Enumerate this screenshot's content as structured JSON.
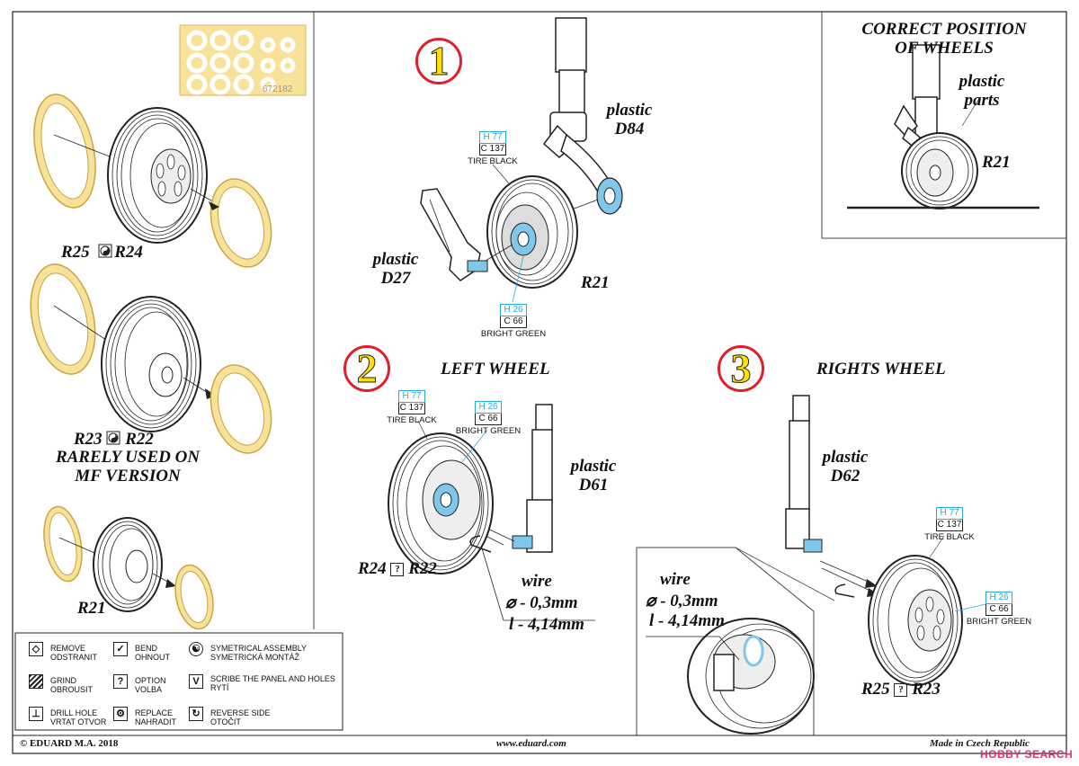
{
  "fret_number": "672182",
  "left_panel": {
    "label_r25_r24": [
      "R25",
      "R24"
    ],
    "label_r23_r22": [
      "R23",
      "R22"
    ],
    "rarely_line1": "RARELY USED ON",
    "rarely_line2": "MF VERSION",
    "label_r21": "R21"
  },
  "legend": {
    "items": [
      {
        "icon": "remove-icon",
        "line1": "REMOVE",
        "line2": "ODSTRANIT"
      },
      {
        "icon": "bend-icon",
        "line1": "BEND",
        "line2": "OHNOUT"
      },
      {
        "icon": "symmetrical-icon",
        "line1": "SYMETRICAL ASSEMBLY",
        "line2": "SYMETRICKÁ MONTÁŽ"
      },
      {
        "icon": "grind-icon",
        "line1": "GRIND",
        "line2": "OBROUSIT"
      },
      {
        "icon": "option-icon",
        "line1": "OPTION",
        "line2": "VOLBA",
        "glyph": "?"
      },
      {
        "icon": "scribe-icon",
        "line1": "SCRIBE THE PANEL AND HOLES",
        "line2": "RYTÍ",
        "glyph": "V"
      },
      {
        "icon": "drill-icon",
        "line1": "DRILL HOLE",
        "line2": "VRTAT OTVOR"
      },
      {
        "icon": "replace-icon",
        "line1": "REPLACE",
        "line2": "NAHRADIT"
      },
      {
        "icon": "reverse-icon",
        "line1": "REVERSE SIDE",
        "line2": "OTOČIT"
      }
    ]
  },
  "step1": {
    "number": "1",
    "plastic_d84": [
      "plastic",
      "D84"
    ],
    "plastic_d27": [
      "plastic",
      "D27"
    ],
    "r21": "R21",
    "paint_tire": {
      "h": "H 77",
      "c": "C 137",
      "name": "TIRE BLACK"
    },
    "paint_green": {
      "h": "H 26",
      "c": "C 66",
      "name": "BRIGHT GREEN"
    }
  },
  "inset": {
    "title_line1": "CORRECT POSITION",
    "title_line2": "OF WHEELS",
    "plastic_parts": [
      "plastic",
      "parts"
    ],
    "r21": "R21"
  },
  "step2": {
    "number": "2",
    "title": "LEFT WHEEL",
    "plastic_d61": [
      "plastic",
      "D61"
    ],
    "label_r24_r22": [
      "R24",
      "R22"
    ],
    "wire": "wire",
    "wire_d": "⌀ - 0,3mm",
    "wire_l": "l - 4,14mm",
    "paint_tire": {
      "h": "H 77",
      "c": "C 137",
      "name": "TIRE BLACK"
    },
    "paint_green": {
      "h": "H 26",
      "c": "C 66",
      "name": "BRIGHT GREEN"
    }
  },
  "step3": {
    "number": "3",
    "title": "RIGHTS WHEEL",
    "plastic_d62": [
      "plastic",
      "D62"
    ],
    "label_r25_r23": [
      "R25",
      "R23"
    ],
    "wire": "wire",
    "wire_d": "⌀ - 0,3mm",
    "wire_l": "l - 4,14mm",
    "paint_tire": {
      "h": "H 77",
      "c": "C 137",
      "name": "TIRE BLACK"
    },
    "paint_green": {
      "h": "H 26",
      "c": "C 66",
      "name": "BRIGHT GREEN"
    }
  },
  "footer": {
    "copyright": "© EDUARD  M.A. 2018",
    "website": "www.eduard.com",
    "made_in": "Made in Czech Republic",
    "watermark": "HOBBY SEARCH"
  },
  "colors": {
    "brass": "#f8e29a",
    "brass_stroke": "#c9a640",
    "paint_h": "#29a9e0",
    "highlight_blue": "#7fc8ec",
    "number_ring": "#e21d2c",
    "number_fill": "#ffe000"
  }
}
